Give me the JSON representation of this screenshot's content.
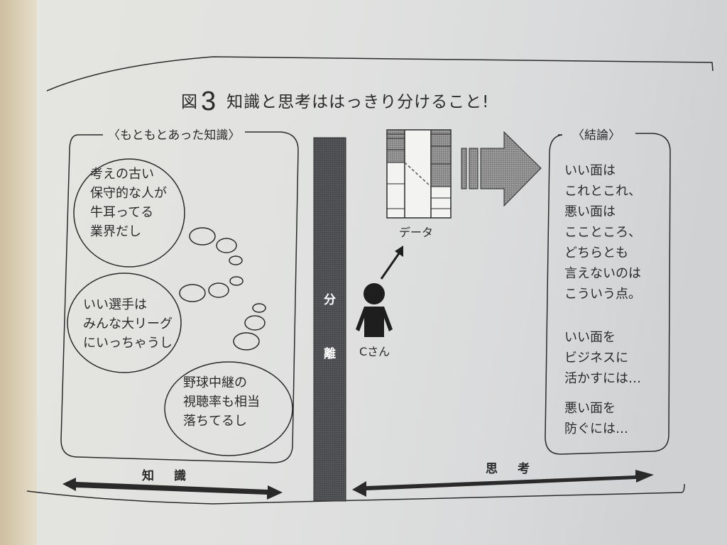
{
  "figure": {
    "prefix": "図",
    "number": "3",
    "title": "知識と思考ははっきり分けること!"
  },
  "knowledge_panel": {
    "label": "〈もともとあった知識〉",
    "bubbles": [
      {
        "lines": [
          "考えの古い",
          "保守的な人が",
          "牛耳ってる",
          "業界だし"
        ]
      },
      {
        "lines": [
          "いい選手は",
          "みんな大リーグ",
          "にいっちゃうし"
        ]
      },
      {
        "lines": [
          "野球中継の",
          "視聴率も相当",
          "落ちてるし"
        ]
      }
    ]
  },
  "separator": {
    "chars": [
      "分",
      "離"
    ]
  },
  "thinking": {
    "data_label": "データ",
    "person_label": "Cさん"
  },
  "conclusion_panel": {
    "label": "〈結論〉",
    "group1": [
      "いい面は",
      "これとこれ、",
      "悪い面は",
      "ここところ、",
      "どちらとも",
      "言えないのは",
      "こういう点。"
    ],
    "group2": [
      "いい面を",
      "ビジネスに",
      "活かすには…"
    ],
    "group3": [
      "悪い面を",
      "防ぐには…"
    ]
  },
  "axis": {
    "knowledge_label": "知識",
    "thinking_label": "思考"
  },
  "colors": {
    "ink": "#2a2a2a",
    "separator_fill": "#4a4a4e",
    "hatch_fill": "#8a8a8a"
  }
}
